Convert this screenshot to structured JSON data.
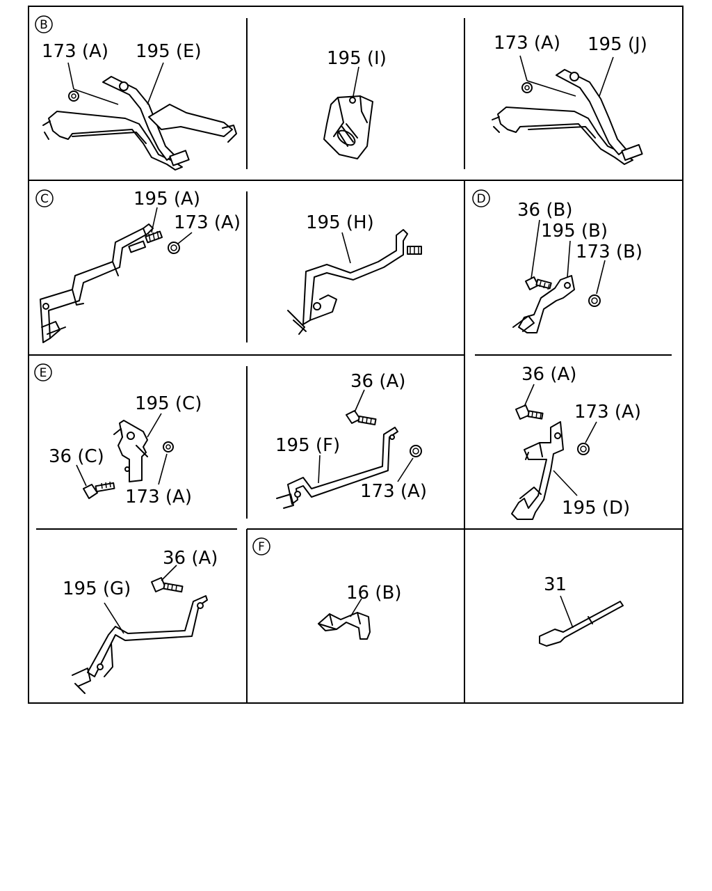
{
  "sections": {
    "B": {
      "letter": "B",
      "left": {
        "nut": "173 (A)",
        "bracket": "195 (E)"
      },
      "middle": {
        "bracket": "195 (I)"
      },
      "right": {
        "nut": "173 (A)",
        "bracket": "195 (J)"
      }
    },
    "C": {
      "letter": "C",
      "left": {
        "bracket": "195 (A)",
        "nut": "173 (A)"
      },
      "right": {
        "bracket": "195 (H)"
      }
    },
    "D": {
      "letter": "D",
      "upper": {
        "bolt": "36 (B)",
        "bracket": "195 (B)",
        "nut": "173 (B)"
      },
      "lower": {
        "bolt": "36 (A)",
        "nut": "173 (A)",
        "bracket": "195 (D)"
      }
    },
    "E": {
      "letter": "E",
      "left": {
        "bracket": "195 (C)",
        "bolt": "36 (C)",
        "nut": "173 (A)"
      },
      "middle": {
        "bolt": "36 (A)",
        "bracket": "195 (F)",
        "nut": "173 (A)"
      },
      "lower": {
        "bolt": "36 (A)",
        "bracket": "195 (G)"
      }
    },
    "F": {
      "letter": "F",
      "clip": "16 (B)",
      "tie": "31"
    }
  }
}
